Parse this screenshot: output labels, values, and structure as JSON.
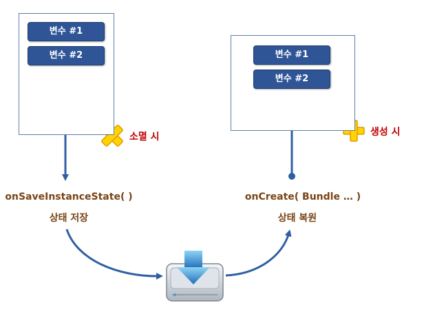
{
  "left_panel": {
    "variables": [
      "변수 #1",
      "변수 #2"
    ],
    "event_label": "소멸 시",
    "event_icon": "x-mark-icon",
    "method_label": "onSaveInstanceState( )",
    "action_label": "상태 저장"
  },
  "right_panel": {
    "variables": [
      "변수 #1",
      "변수 #2"
    ],
    "event_label": "생성 시",
    "event_icon": "plus-icon",
    "method_label": "onCreate( Bundle … )",
    "action_label": "상태 복원"
  },
  "storage_icon": "drive-download-icon",
  "colors": {
    "variable_box": "#2f5597",
    "arrow": "#2f5fa0",
    "method_text": "#7a4416",
    "event_text": "#c00000",
    "event_icon_fill": "#ffd400"
  }
}
